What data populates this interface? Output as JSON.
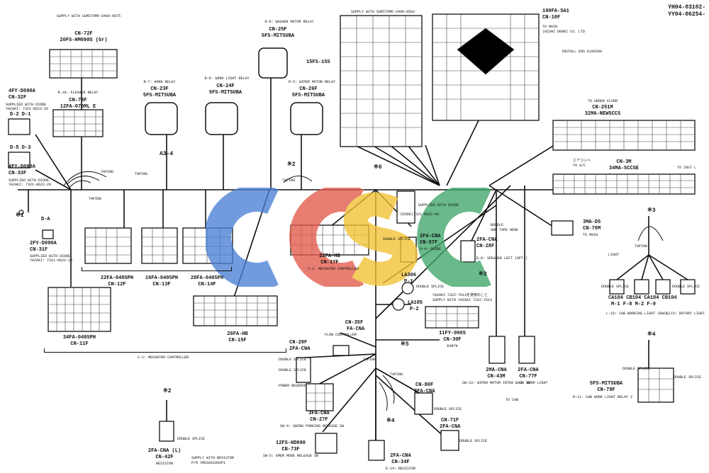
{
  "doc_code": [
    "YH04-03102-",
    "YY04-06254-"
  ],
  "connectors": [
    {
      "id": "cn72f",
      "lines": [
        "SUPPLY WITH SUMITOMO 6409-0075",
        "CN-72F",
        "20FS-HM090S (Gr)"
      ]
    },
    {
      "id": "cn32f",
      "lines": [
        "4FY-D090A",
        "CN-32F"
      ]
    },
    {
      "id": "cn74f",
      "lines": [
        "R-19: FLASHER RELAY",
        "CN-74F",
        "12FA-070ML E"
      ]
    },
    {
      "id": "diode32",
      "lines": [
        "SUPPLIED WITH DIODE",
        "YAZAKI: 7321-8622-20"
      ]
    },
    {
      "id": "d2d1",
      "lines": [
        "D-2  D-1"
      ]
    },
    {
      "id": "d5d3",
      "lines": [
        "D-5  D-3"
      ]
    },
    {
      "id": "cn33f",
      "lines": [
        "4FY-D090A",
        "CN-33F"
      ]
    },
    {
      "id": "diode33",
      "lines": [
        "SUPPLIED WITH DIODE",
        "YAZAKI: 7321-8622-20"
      ]
    },
    {
      "id": "a34",
      "lines": [
        "A3-4"
      ]
    },
    {
      "id": "cn23f",
      "lines": [
        "R-7: HORN RELAY",
        "CN-23F",
        "5FS-MITSUBA"
      ]
    },
    {
      "id": "cn24f",
      "lines": [
        "R-6: WORK LIGHT RELAY",
        "CN-24F",
        "5FS-MITSUBA"
      ]
    },
    {
      "id": "cn25f",
      "lines": [
        "R-8: WASHER MOTOR RELAY",
        "CN-25F",
        "5FS-MITSUBA"
      ]
    },
    {
      "id": "cn26f",
      "lines": [
        "R-5: WIPER MOTOR RELAY",
        "CN-26F",
        "5FS-MITSUBA"
      ]
    },
    {
      "id": "fs15",
      "lines": [
        "15FS-1SS"
      ]
    },
    {
      "id": "sumi0503",
      "lines": [
        "SUPPLY WITH SUMITOMO 6409-0503"
      ]
    },
    {
      "id": "cn10f",
      "lines": [
        "100FA-SA1",
        "CN-10F",
        "TO MAIN",
        "(NISHI DENKI CO. LTD",
        "INSTALL ENS E100300"
      ]
    },
    {
      "id": "cn251m",
      "lines": [
        "TO UNDER FLOOR",
        "CN-251M",
        "32MA-NEWSCCS"
      ]
    },
    {
      "id": "cn3m",
      "lines": [
        "エアコンへ",
        "TO A/C",
        "CN-3M",
        "34MA-SCCSE",
        "TO INST L"
      ]
    },
    {
      "id": "da",
      "lines": [
        "D-A"
      ]
    },
    {
      "id": "cn31f",
      "lines": [
        "2FY-D090A",
        "CN-31F",
        "SUPPLIED WITH DIODE",
        "YAZAKI: 7321-8622-20"
      ]
    },
    {
      "id": "cn12f",
      "lines": [
        "22FA-040SPH",
        "CN-12F"
      ]
    },
    {
      "id": "cn13f",
      "lines": [
        "16FA-040SPH",
        "CN-13F"
      ]
    },
    {
      "id": "cn14f",
      "lines": [
        "28FA-040SPH",
        "CN-14F"
      ]
    },
    {
      "id": "cn17f",
      "lines": [
        "22FA-HB",
        "CN-17F",
        "C-1: MECHATRO CONTROLLER"
      ]
    },
    {
      "id": "diode62",
      "lines": [
        "SUPPLIED WITH DIODE",
        "DIODE(7321-8522-90"
      ]
    },
    {
      "id": "cn57f",
      "lines": [
        "2FA-CNA",
        "CN-57F",
        "D-4: DIODE",
        "DOUBLE SPLICE"
      ]
    },
    {
      "id": "cn28f",
      "lines": [
        "2FA-CNA",
        "CN-28F",
        "E-8: SPEAKER LEFT (OPT.)"
      ]
    },
    {
      "id": "bundle",
      "lines": [
        "BUNDLE",
        "AND TAPE HERE"
      ]
    },
    {
      "id": "cn70m",
      "lines": [
        "3MA-D5",
        "CN-70M",
        "TO MAIN"
      ]
    },
    {
      "id": "cn11f",
      "lines": [
        "34FA-040SPH",
        "CN-11F"
      ]
    },
    {
      "id": "la306",
      "lines": [
        "LA306",
        "P-1",
        "DOUBLE SPLICE"
      ]
    },
    {
      "id": "la105",
      "lines": [
        "LA105",
        "P-2"
      ]
    },
    {
      "id": "yazaki",
      "lines": [
        "YAZAKI 7322-7613を使用のこと",
        "SUPPLY WITH YAZAKI 7322-7613"
      ]
    },
    {
      "id": "cn30f",
      "lines": [
        "11FY-090S",
        "CN-30F",
        "EARTH"
      ]
    },
    {
      "id": "cn15f",
      "lines": [
        "26FA-HB",
        "CN-15F"
      ]
    },
    {
      "id": "mechatro",
      "lines": [
        "C-1: MECHATRO CONTROLLER"
      ]
    },
    {
      "id": "cn35f",
      "lines": [
        "CN-35F",
        "FA-CNA",
        "FLOW CONTROLLER"
      ]
    },
    {
      "id": "cn29f",
      "lines": [
        "CN-29F",
        "2FA-CNA",
        "DOUBLE SPLICE",
        "DOUBLE SPLICE",
        "POWER RESERVE"
      ]
    },
    {
      "id": "cn43m",
      "lines": [
        "2MA-CNA",
        "CN-43M",
        "SW-23: WIPER MOTOR INTER LOCK SW",
        "TO CAB"
      ]
    },
    {
      "id": "cn77f",
      "lines": [
        "2FA-CNA",
        "CN-77F",
        "L-3: ROOM LIGHT"
      ]
    },
    {
      "id": "cn80f",
      "lines": [
        "CN-80F",
        "2FA-CNA",
        "DOUBLE SPLICE"
      ]
    },
    {
      "id": "cn27f",
      "lines": [
        "3FA-CNA",
        "CN-27F",
        "SW-4: SWING PARKING RELEASE SW"
      ]
    },
    {
      "id": "cn71f",
      "lines": [
        "CN-71F",
        "2FA-CNA",
        "DOUBLE SPLICE"
      ]
    },
    {
      "id": "cn73f",
      "lines": [
        "12FS-HD090",
        "CN-73F",
        "SW-5: EMER MODE RELEASE SW"
      ]
    },
    {
      "id": "cn34f",
      "lines": [
        "2FA-CNA",
        "CN-34F",
        "E-14: RESISTOR"
      ]
    },
    {
      "id": "cn42f",
      "lines": [
        "2FA-CNA (L)",
        "CN-42F",
        "RESISTOR",
        "SUPPLY WITH RESISTOR",
        "P/N YR01E01002P1",
        "DOUBLE SPLICE"
      ]
    },
    {
      "id": "lights",
      "lines": [
        "LIGHT",
        "DOUBLE SPLICE",
        "DOUBLE SPLICE",
        "CA104  CB104  CA104  CB104",
        "M-1  F-8  M-2  F-9",
        "L-10: CAB WORKING LIGHT (BACK)",
        "L-15: ROTARY LIGHT"
      ]
    },
    {
      "id": "cn78f",
      "lines": [
        "5FS-MITSUBA",
        "CN-78F",
        "R-11: CAB WORK LIGHT RELAY 2",
        "DOUBLE SPLICE",
        "DOUBLE SPLICE"
      ]
    },
    {
      "id": "taping",
      "lines": [
        "TAPING"
      ]
    }
  ],
  "markers": [
    "※1",
    "※2",
    "※3",
    "※4",
    "※5",
    "※6"
  ],
  "watermark_text": "CCS"
}
